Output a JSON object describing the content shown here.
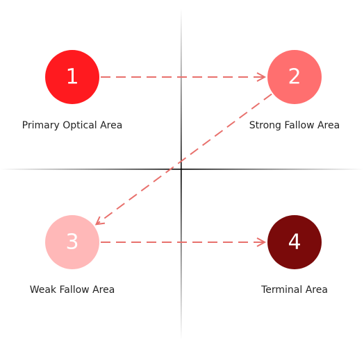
{
  "diagram": {
    "nodes": [
      {
        "id": "1",
        "number": "1",
        "label": "Primary Optical Area",
        "color": "#ff1a1f"
      },
      {
        "id": "2",
        "number": "2",
        "label": "Strong Fallow Area",
        "color": "#ff6f6f"
      },
      {
        "id": "3",
        "number": "3",
        "label": "Weak Fallow Area",
        "color": "#ffb8b8"
      },
      {
        "id": "4",
        "number": "4",
        "label": "Terminal Area",
        "color": "#7a0a0a"
      }
    ],
    "arrows": [
      {
        "from": "1",
        "to": "2"
      },
      {
        "from": "2",
        "to": "3"
      },
      {
        "from": "3",
        "to": "4"
      }
    ],
    "colors": {
      "arrow": "#e8706c",
      "axis": "#000000"
    }
  }
}
